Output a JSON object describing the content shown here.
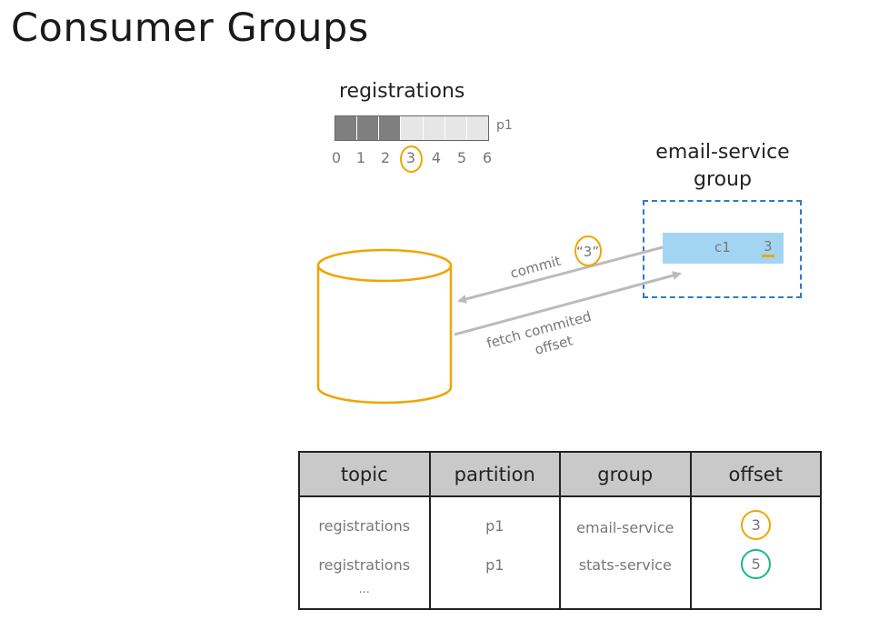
{
  "page": {
    "title": "Consumer Groups"
  },
  "topic": {
    "name": "registrations",
    "partition": "p1",
    "offsets": [
      "0",
      "1",
      "2",
      "3",
      "4",
      "5",
      "6"
    ],
    "consumed_count": 3,
    "marked_offset": "3"
  },
  "group": {
    "title_line1": "email-service",
    "title_line2": "group",
    "consumer": "c1",
    "consumer_offset": "3"
  },
  "arrows": {
    "commit_label": "commit",
    "commit_value": "“3”",
    "fetch_label_line1": "fetch commited",
    "fetch_label_line2": "offset"
  },
  "table": {
    "headers": [
      "topic",
      "partition",
      "group",
      "offset"
    ],
    "rows": [
      {
        "topic": "registrations",
        "partition": "p1",
        "group": "email-service",
        "offset": "3"
      },
      {
        "topic": "registrations",
        "partition": "p1",
        "group": "stats-service",
        "offset": "5"
      }
    ],
    "more": "..."
  },
  "colors": {
    "accent_orange": "#f0a500",
    "accent_green": "#1db58a",
    "group_border": "#2e78c7",
    "consumer_fill": "#a3d5f3",
    "consumed_cell": "#7f7f7f",
    "pending_cell": "#e6e6e6",
    "header_fill": "#c9c9c9",
    "arrow": "#bbbbbb"
  },
  "icons": {
    "storage": "cylinder-icon"
  }
}
